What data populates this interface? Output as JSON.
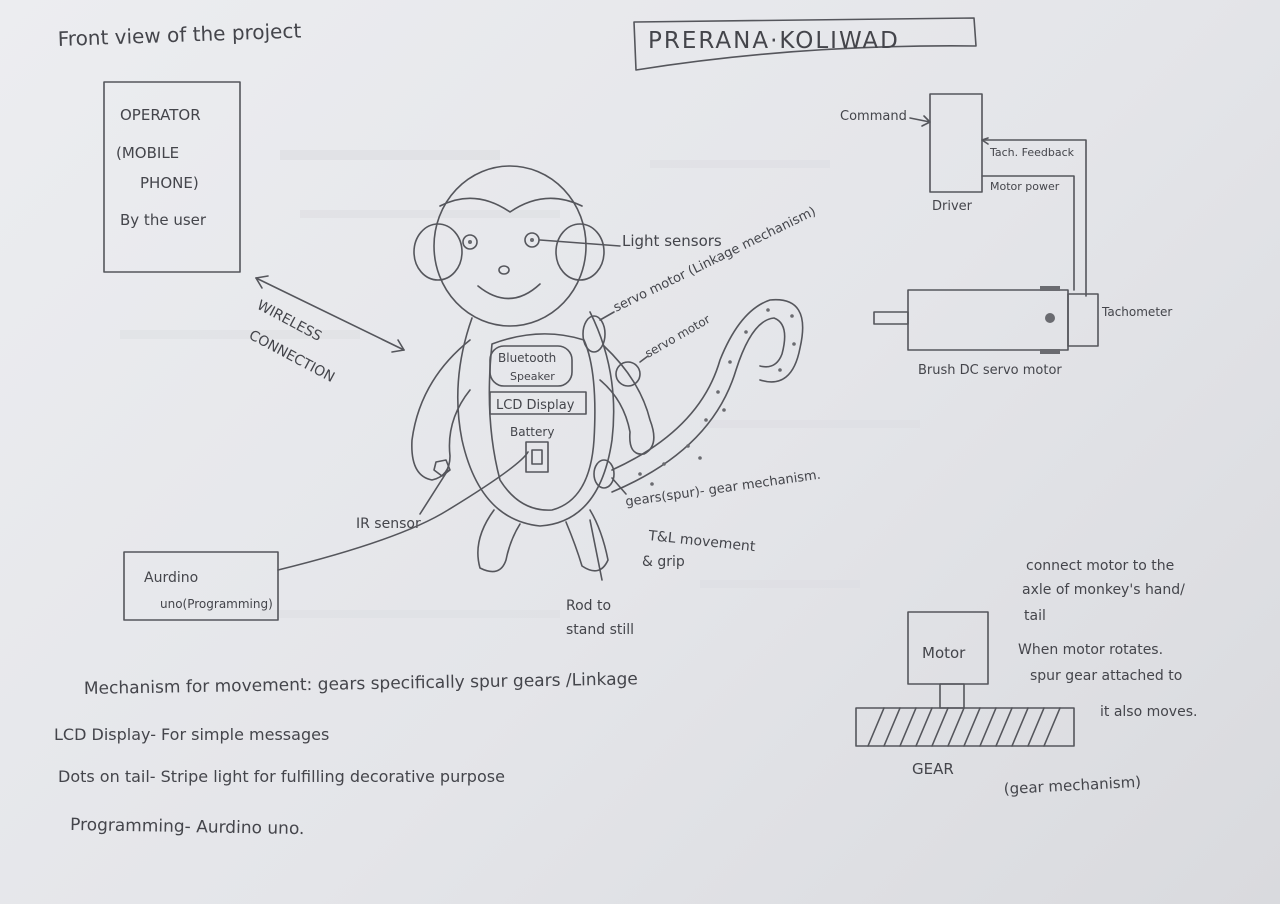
{
  "header": {
    "page_title": "Front view of the project",
    "author": "PRERANA·KOLIWAD"
  },
  "operator_box": {
    "line1": "OPERATOR",
    "line2": "(MOBILE",
    "line3": "PHONE)",
    "line4": "By the user"
  },
  "wireless": {
    "line1": "WIRELESS",
    "line2": "CONNECTION"
  },
  "monkey": {
    "light_sensors": "Light sensors",
    "servo_linkage": "servo motor (Linkage mechanism)",
    "servo_motor": "servo motor",
    "bluetooth_line1": "Bluetooth",
    "bluetooth_line2": "Speaker",
    "lcd": "LCD Display",
    "battery": "Battery",
    "ir_sensor": "IR sensor",
    "gears_line1": "gears(spur)- gear mechanism.",
    "gears_line2": "T&L movement",
    "gears_line3": "& grip",
    "rod_line1": "Rod to",
    "rod_line2": "stand still"
  },
  "arduino_box": {
    "line1": "Aurdino",
    "line2": "uno(Programming)"
  },
  "servo_diagram": {
    "command": "Command",
    "driver": "Driver",
    "tach_feedback": "Tach. Feedback",
    "motor_power": "Motor power",
    "tachometer": "Tachometer",
    "motor_caption": "Brush DC servo motor"
  },
  "gear_diagram": {
    "motor_label": "Motor",
    "gear_label": "GEAR",
    "note_line1": "connect motor to the",
    "note_line2": "axle of monkey's hand/",
    "note_line3": "tail",
    "note_line4": "When motor rotates.",
    "note_line5": "spur gear attached to",
    "note_line6": "it also moves.",
    "note_line7": "(gear mechanism)"
  },
  "notes": {
    "line1": "Mechanism for movement: gears specifically spur gears /Linkage",
    "line2": "LCD Display- For simple messages",
    "line3": "Dots on tail- Stripe light for fulfilling decorative purpose",
    "line4": "Programming- Aurdino uno."
  }
}
